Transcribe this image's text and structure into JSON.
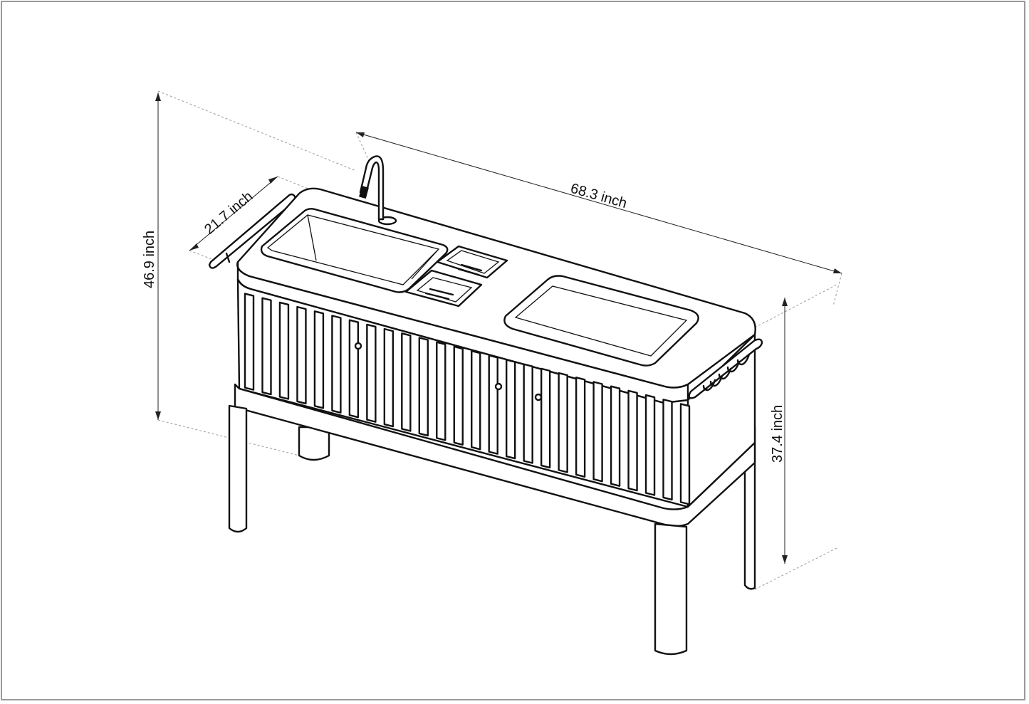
{
  "drawing": {
    "subject": "outdoor kitchen sink cabinet",
    "line_color": "#111111",
    "frame_color": "#9a9a9a"
  },
  "dimensions": {
    "length": {
      "value": "68.3",
      "unit": "inch",
      "label": "68.3 inch"
    },
    "depth": {
      "value": "21.7",
      "unit": "inch",
      "label": "21.7 inch"
    },
    "total_height": {
      "value": "46.9",
      "unit": "inch",
      "label": "46.9 inch"
    },
    "counter_height": {
      "value": "37.4",
      "unit": "inch",
      "label": "37.4 inch"
    }
  },
  "features": [
    "faucet",
    "sink-basin",
    "two-small-lidded-bins",
    "cutting-board-lid",
    "towel-bar",
    "tool-hooks",
    "slatted-doors",
    "four-legs"
  ]
}
